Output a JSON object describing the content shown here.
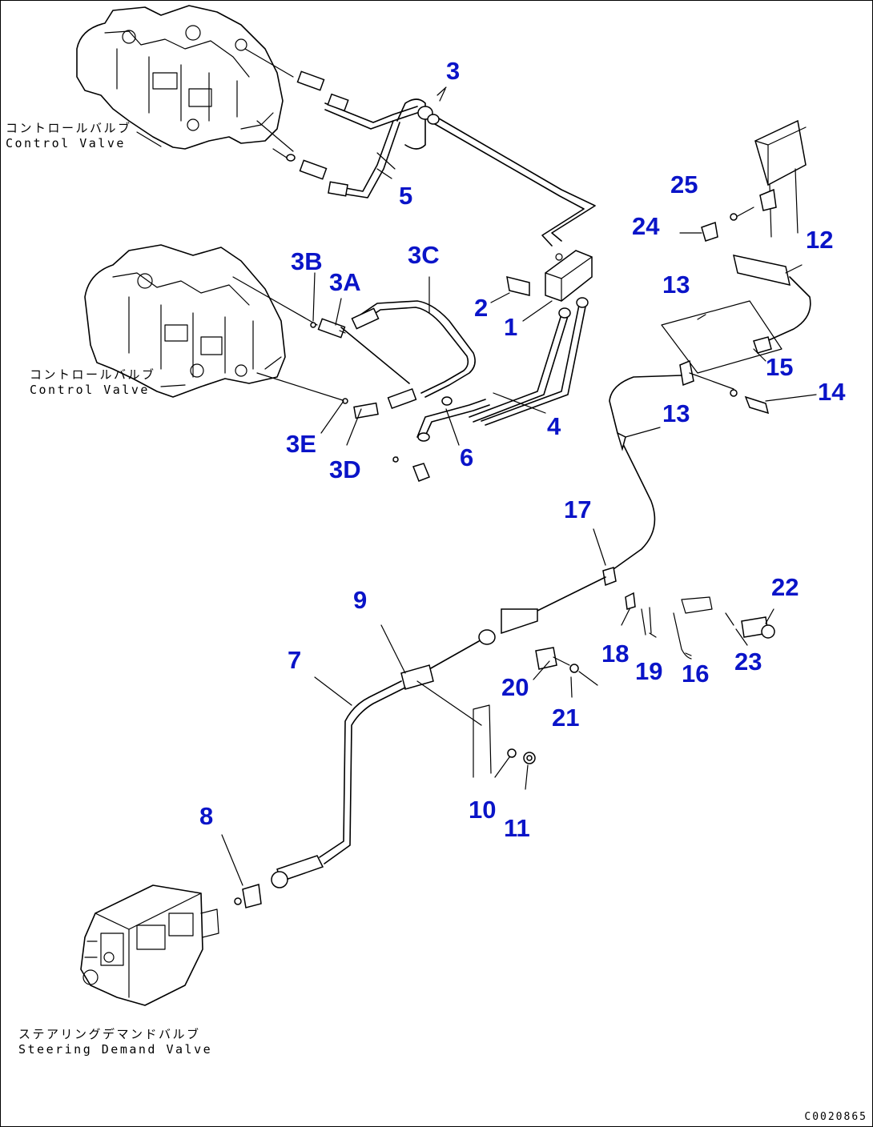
{
  "labels": {
    "control_valve_top": {
      "jp": "コントロールバルブ",
      "en": "Control Valve"
    },
    "control_valve_mid": {
      "jp": "コントロールバルブ",
      "en": "Control Valve"
    },
    "steering_valve": {
      "jp": "ステアリングデマンドバルブ",
      "en": "Steering Demand Valve"
    }
  },
  "drawing_code": "C0020865",
  "callouts": {
    "c1": "1",
    "c2": "2",
    "c3": "3",
    "c3a": "3A",
    "c3b": "3B",
    "c3c": "3C",
    "c3d": "3D",
    "c3e": "3E",
    "c4": "4",
    "c5": "5",
    "c6": "6",
    "c7": "7",
    "c8": "8",
    "c9": "9",
    "c10": "10",
    "c11": "11",
    "c12": "12",
    "c13a": "13",
    "c13b": "13",
    "c14": "14",
    "c15": "15",
    "c16": "16",
    "c17": "17",
    "c18": "18",
    "c19": "19",
    "c20": "20",
    "c21": "21",
    "c22": "22",
    "c23": "23",
    "c24": "24",
    "c25": "25"
  },
  "colors": {
    "callout": "#0a14c8",
    "line": "#000000",
    "background": "#ffffff"
  }
}
